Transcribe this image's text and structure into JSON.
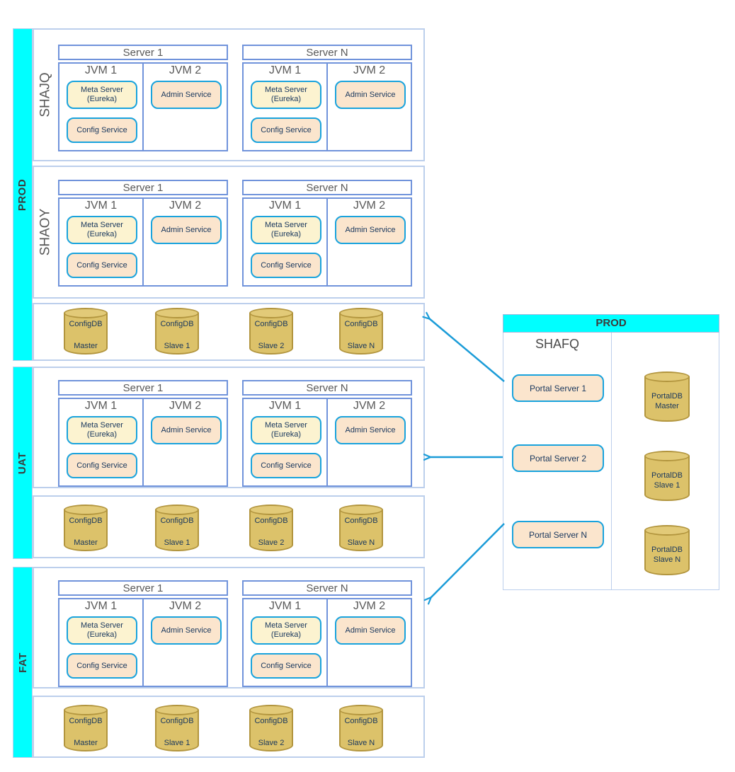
{
  "colors": {
    "cyan_band": "#00ffff",
    "section_border": "#bccfec",
    "server_border": "#7093db",
    "service_border": "#19a3dd",
    "meta_fill": "#fcf3d0",
    "service_fill": "#fbe5cd",
    "db_fill": "#dcc26a",
    "db_border": "#b2953e",
    "text_navy": "#17365d",
    "text_gray": "#595959",
    "arrow": "#1b9cd8"
  },
  "envs": {
    "prod": {
      "label": "PROD",
      "shajq": {
        "label": "SHAJQ",
        "server1": {
          "title": "Server 1",
          "jvm1": {
            "title": "JVM 1",
            "meta": "Meta Server (Eureka)",
            "config": "Config Service"
          },
          "jvm2": {
            "title": "JVM 2",
            "admin": "Admin Service"
          }
        },
        "serverN": {
          "title": "Server N",
          "jvm1": {
            "title": "JVM 1",
            "meta": "Meta Server (Eureka)",
            "config": "Config Service"
          },
          "jvm2": {
            "title": "JVM 2",
            "admin": "Admin Service"
          }
        }
      },
      "shaoy": {
        "label": "SHAOY",
        "server1": {
          "title": "Server 1",
          "jvm1": {
            "title": "JVM 1",
            "meta": "Meta Server (Eureka)",
            "config": "Config Service"
          },
          "jvm2": {
            "title": "JVM 2",
            "admin": "Admin Service"
          }
        },
        "serverN": {
          "title": "Server N",
          "jvm1": {
            "title": "JVM 1",
            "meta": "Meta Server (Eureka)",
            "config": "Config Service"
          },
          "jvm2": {
            "title": "JVM 2",
            "admin": "Admin Service"
          }
        }
      },
      "dbs": [
        {
          "db": "ConfigDB",
          "role": "Master"
        },
        {
          "db": "ConfigDB",
          "role": "Slave 1"
        },
        {
          "db": "ConfigDB",
          "role": "Slave 2"
        },
        {
          "db": "ConfigDB",
          "role": "Slave N"
        }
      ]
    },
    "uat": {
      "label": "UAT",
      "server1": {
        "title": "Server 1",
        "jvm1": {
          "title": "JVM 1",
          "meta": "Meta Server (Eureka)",
          "config": "Config Service"
        },
        "jvm2": {
          "title": "JVM 2",
          "admin": "Admin Service"
        }
      },
      "serverN": {
        "title": "Server N",
        "jvm1": {
          "title": "JVM 1",
          "meta": "Meta Server (Eureka)",
          "config": "Config Service"
        },
        "jvm2": {
          "title": "JVM 2",
          "admin": "Admin Service"
        }
      },
      "dbs": [
        {
          "db": "ConfigDB",
          "role": "Master"
        },
        {
          "db": "ConfigDB",
          "role": "Slave 1"
        },
        {
          "db": "ConfigDB",
          "role": "Slave 2"
        },
        {
          "db": "ConfigDB",
          "role": "Slave N"
        }
      ]
    },
    "fat": {
      "label": "FAT",
      "server1": {
        "title": "Server 1",
        "jvm1": {
          "title": "JVM 1",
          "meta": "Meta Server (Eureka)",
          "config": "Config Service"
        },
        "jvm2": {
          "title": "JVM 2",
          "admin": "Admin Service"
        }
      },
      "serverN": {
        "title": "Server N",
        "jvm1": {
          "title": "JVM 1",
          "meta": "Meta Server (Eureka)",
          "config": "Config Service"
        },
        "jvm2": {
          "title": "JVM 2",
          "admin": "Admin Service"
        }
      },
      "dbs": [
        {
          "db": "ConfigDB",
          "role": "Master"
        },
        {
          "db": "ConfigDB",
          "role": "Slave 1"
        },
        {
          "db": "ConfigDB",
          "role": "Slave 2"
        },
        {
          "db": "ConfigDB",
          "role": "Slave N"
        }
      ]
    }
  },
  "portal": {
    "header": "PROD",
    "site": "SHAFQ",
    "servers": [
      "Portal Server 1",
      "Portal Server 2",
      "Portal Server N"
    ],
    "dbs": [
      {
        "db": "PortalDB",
        "role": "Master"
      },
      {
        "db": "PortalDB",
        "role": "Slave 1"
      },
      {
        "db": "PortalDB",
        "role": "Slave N"
      }
    ]
  }
}
